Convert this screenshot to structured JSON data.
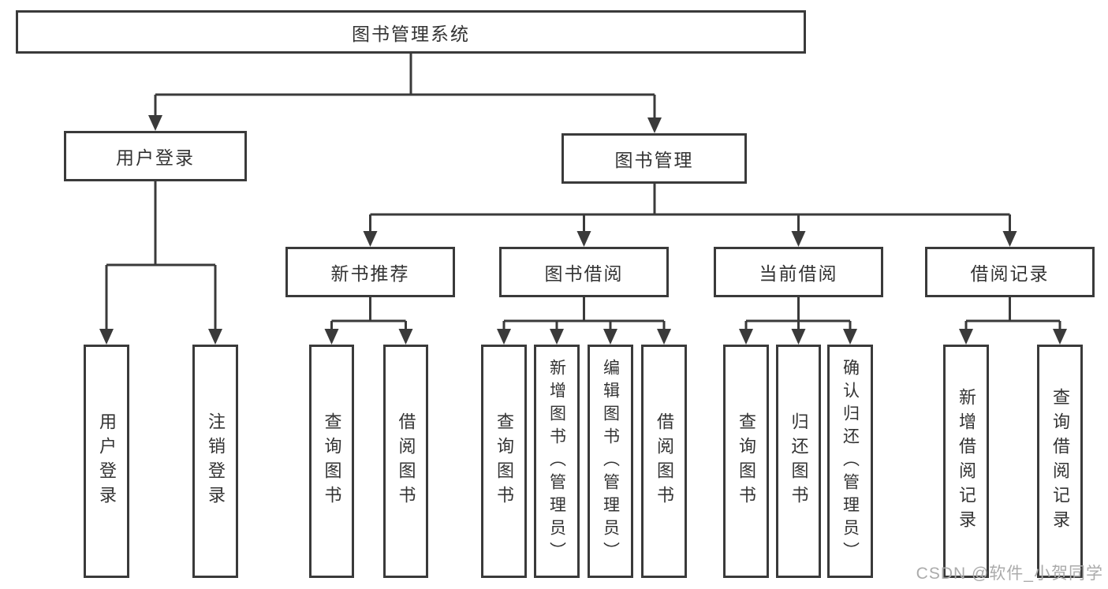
{
  "nodes": {
    "root": {
      "label": "图书管理系统"
    },
    "user_login": {
      "label": "用户登录"
    },
    "book_mgmt": {
      "label": "图书管理"
    },
    "new_book": {
      "label": "新书推荐"
    },
    "book_borrow": {
      "label": "图书借阅"
    },
    "current_borrow": {
      "label": "当前借阅"
    },
    "borrow_record": {
      "label": "借阅记录"
    },
    "leaf_user_login": {
      "label": "用户登录"
    },
    "leaf_logout": {
      "label": "注销登录"
    },
    "leaf_newbook_query": {
      "label": "查询图书"
    },
    "leaf_newbook_borrow": {
      "label": "借阅图书"
    },
    "leaf_borrow_query": {
      "label": "查询图书"
    },
    "leaf_borrow_add": {
      "label": "新增图书（管理员）"
    },
    "leaf_borrow_edit": {
      "label": "编辑图书（管理员）"
    },
    "leaf_borrow_borrow": {
      "label": "借阅图书"
    },
    "leaf_current_query": {
      "label": "查询图书"
    },
    "leaf_current_return": {
      "label": "归还图书"
    },
    "leaf_current_confirm": {
      "label": "确认归还（管理员）"
    },
    "leaf_record_add": {
      "label": "新增借阅记录"
    },
    "leaf_record_query": {
      "label": "查询借阅记录"
    }
  },
  "hierarchy": {
    "图书管理系统": {
      "用户登录": [
        "用户登录",
        "注销登录"
      ],
      "图书管理": {
        "新书推荐": [
          "查询图书",
          "借阅图书"
        ],
        "图书借阅": [
          "查询图书",
          "新增图书（管理员）",
          "编辑图书（管理员）",
          "借阅图书"
        ],
        "当前借阅": [
          "查询图书",
          "归还图书",
          "确认归还（管理员）"
        ],
        "借阅记录": [
          "新增借阅记录",
          "查询借阅记录"
        ]
      }
    }
  },
  "watermark": {
    "text": "CSDN @软件_小贺同学"
  },
  "colors": {
    "line": "#3a3a3a",
    "text": "#333333",
    "watermark": "#ababab",
    "background": "#ffffff",
    "box_fill": "#ffffff"
  }
}
